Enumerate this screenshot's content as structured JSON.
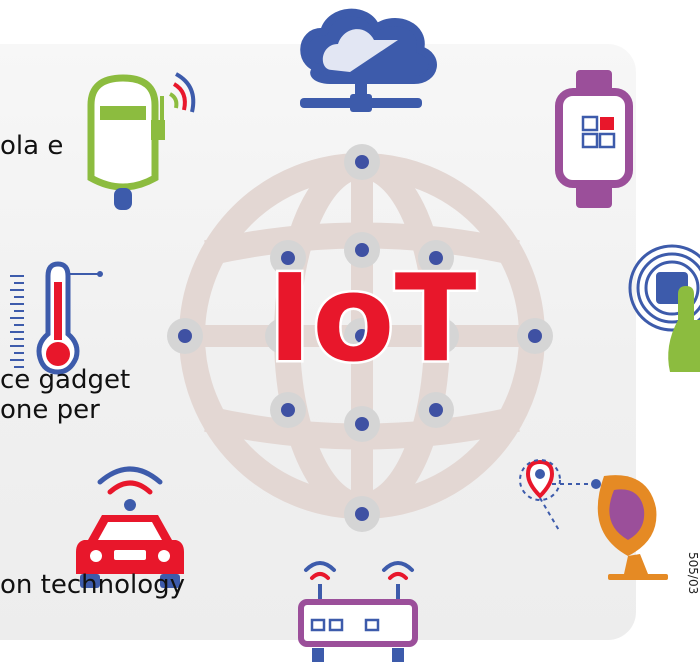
{
  "diagram": {
    "center_label": "IoT",
    "text_fragments": [
      "ola e",
      "ce gadget",
      "one per",
      "on technology"
    ],
    "edge_code": "505/03"
  },
  "colors": {
    "iot_red": "#e8172b",
    "globe_line": "#e3d7d3",
    "node_ring": "#d5d5d5",
    "node_dot": "#3f51a3",
    "cloud_blue": "#3d5bab",
    "robot_green": "#8cbc3f",
    "watch_purple": "#9b4f9a",
    "satellite_orange": "#e58a24",
    "car_red": "#e8172b"
  },
  "icons": [
    "cloud-network-icon",
    "smart-watch-icon",
    "robot-icon",
    "thermometer-icon",
    "touch-scan-icon",
    "connected-car-icon",
    "satellite-dish-icon",
    "wifi-router-icon",
    "globe-icon"
  ]
}
